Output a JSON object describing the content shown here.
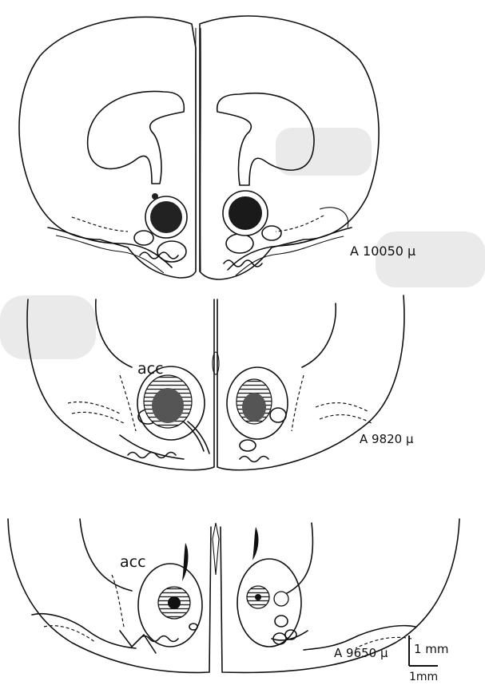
{
  "sections": [
    {
      "id": "section-1",
      "level_label": "A 10050 μ"
    },
    {
      "id": "section-2",
      "level_label": "A 9820 μ",
      "region_label": "acc"
    },
    {
      "id": "section-3",
      "level_label": "A 9650 μ",
      "region_label": "acc"
    }
  ],
  "scale_bar": {
    "vertical_label": "1 mm",
    "horizontal_label": "1mm"
  },
  "colors": {
    "ink": "#111111",
    "paper": "#ffffff",
    "lesion_core": "#222222",
    "lesion_mid": "#555555"
  }
}
